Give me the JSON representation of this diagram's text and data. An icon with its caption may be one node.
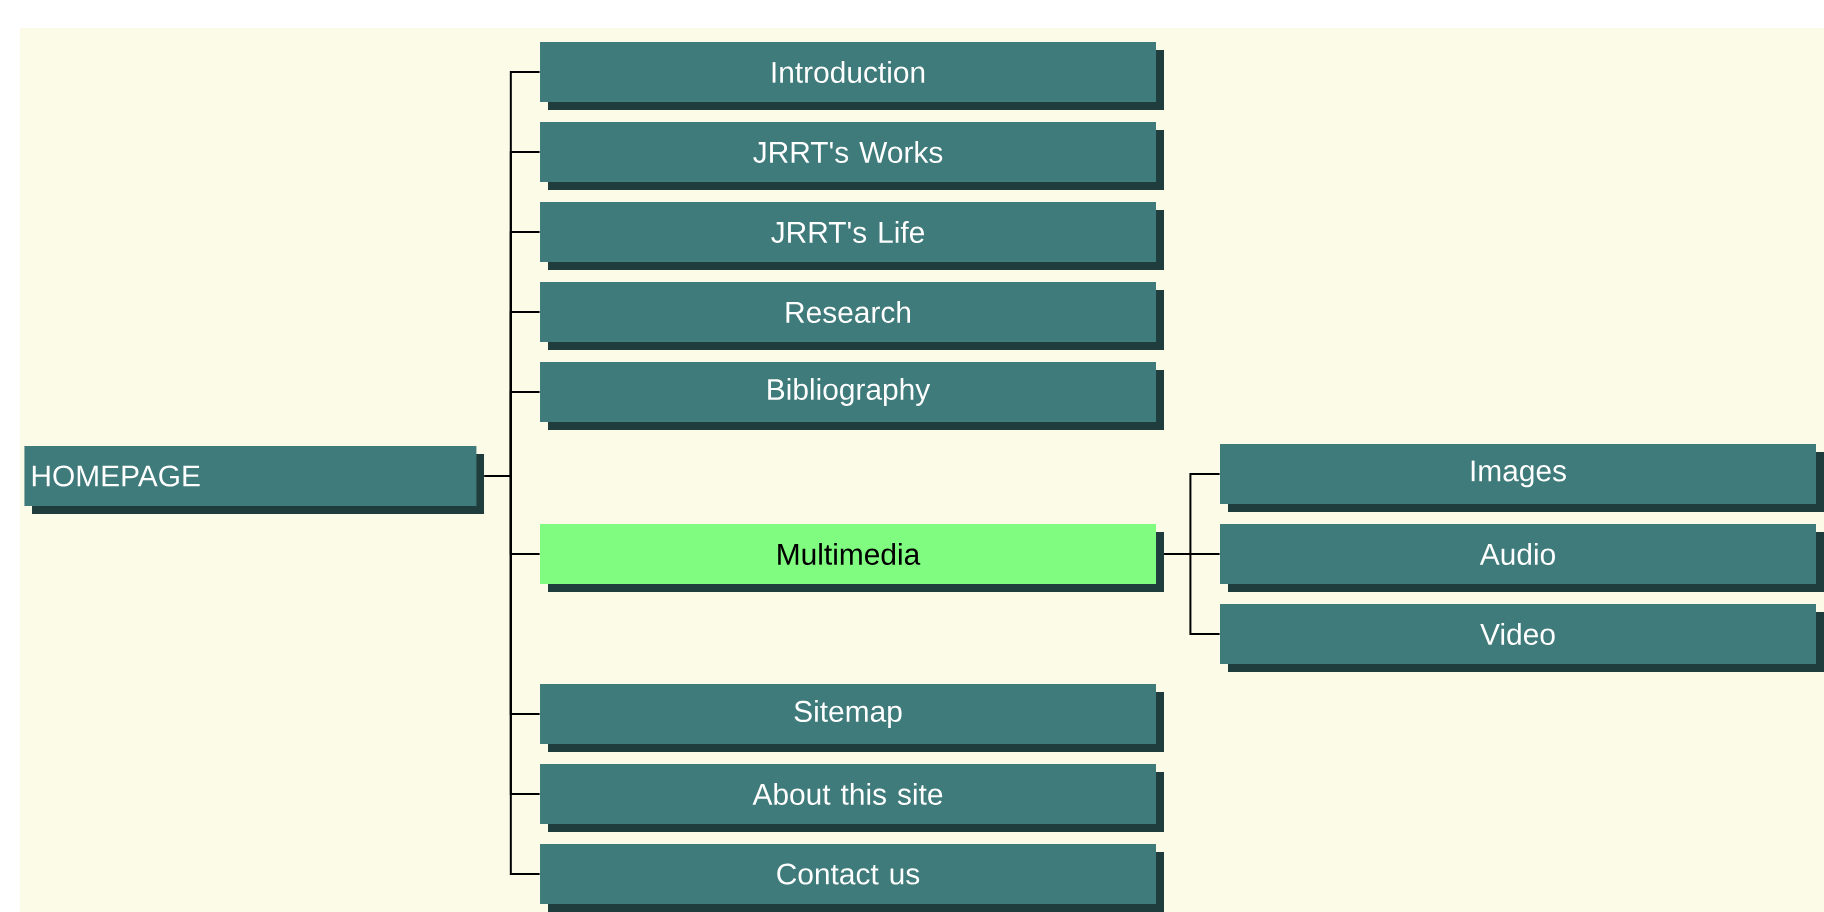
{
  "diagram": {
    "nodes": [
      {
        "text": [
          "HOMEPAGE"
        ]
      },
      {
        "text": [
          "Introduction"
        ]
      },
      {
        "text": [
          "JRRT's Works"
        ]
      },
      {
        "text": [
          "JRRT's Life"
        ]
      },
      {
        "text": [
          "Research"
        ]
      },
      {
        "text": [
          "Bibliography"
        ]
      },
      {
        "text": [
          "Multimedia"
        ]
      },
      {
        "text": [
          "Sitemap"
        ]
      },
      {
        "text": [
          "About this site"
        ]
      },
      {
        "text": [
          "Contact us"
        ]
      },
      {
        "text": [
          "Images"
        ]
      },
      {
        "text": [
          "Audio"
        ]
      },
      {
        "text": [
          "Video"
        ]
      }
    ],
    "edges": [
      {
        "from": 0,
        "to": 1,
        "arrow": "none"
      },
      {
        "from": 0,
        "to": 2,
        "arrow": "none"
      },
      {
        "from": 0,
        "to": 3,
        "arrow": "none"
      },
      {
        "from": 0,
        "to": 4,
        "arrow": "none"
      },
      {
        "from": 0,
        "to": 5,
        "arrow": "none"
      },
      {
        "from": 0,
        "to": 6,
        "arrow": "none"
      },
      {
        "from": 0,
        "to": 7,
        "arrow": "none"
      },
      {
        "from": 0,
        "to": 8,
        "arrow": "none"
      },
      {
        "from": 0,
        "to": 9,
        "arrow": "none"
      },
      {
        "from": 6,
        "to": 10,
        "arrow": "none"
      },
      {
        "from": 6,
        "to": 11,
        "arrow": "none"
      },
      {
        "from": 6,
        "to": 12,
        "arrow": "none"
      }
    ]
  }
}
